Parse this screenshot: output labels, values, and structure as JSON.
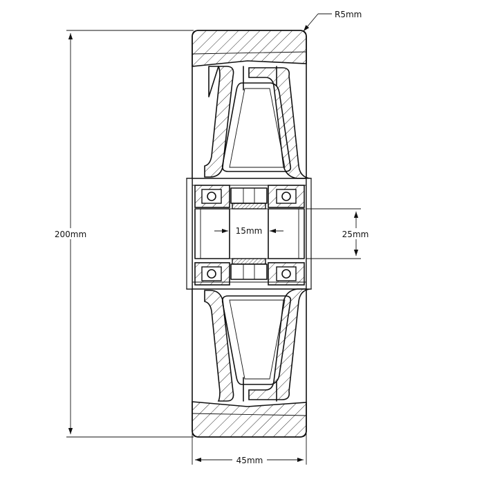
{
  "dimensions": {
    "radius_label": "R5mm",
    "height_label": "200mm",
    "width_label": "45mm",
    "bore_label": "25mm",
    "hub_label": "15mm"
  },
  "colors": {
    "line": "#111111",
    "background": "#ffffff"
  }
}
